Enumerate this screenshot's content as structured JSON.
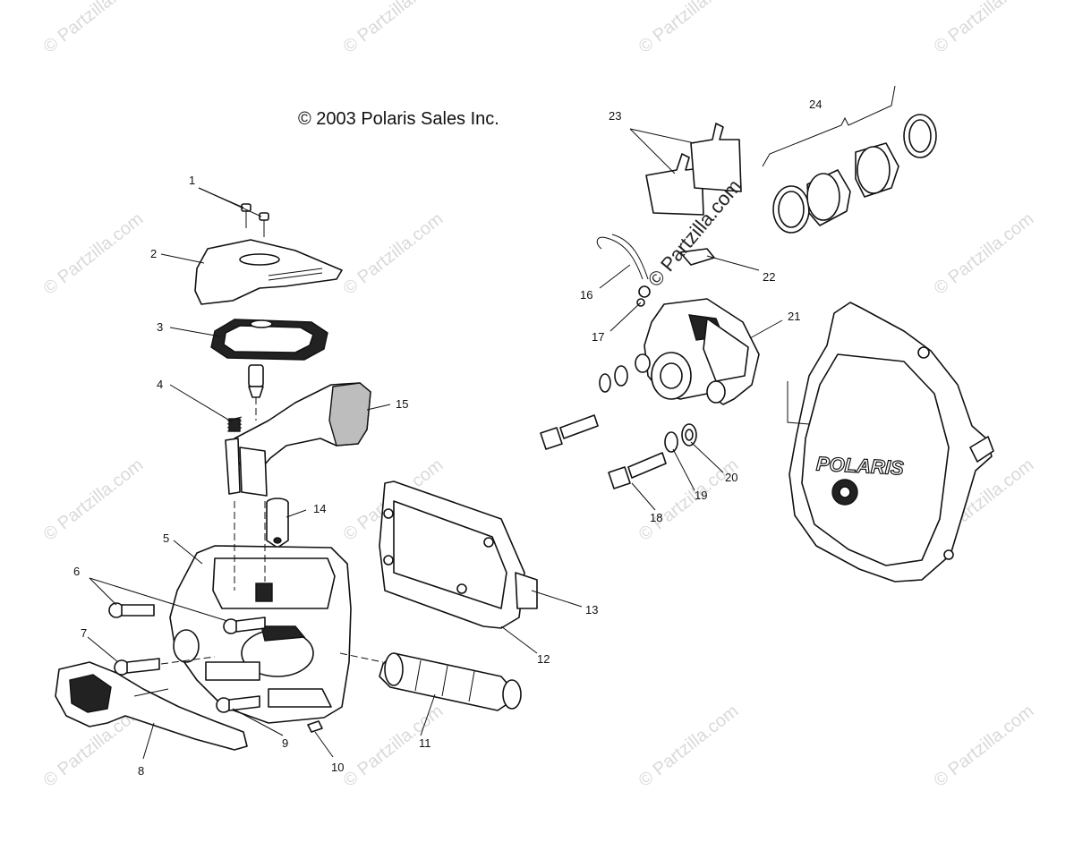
{
  "diagram": {
    "copyright": "© 2003 Polaris Sales Inc.",
    "watermark": "© Partzilla.com",
    "overlay_watermark": "© Partzilla.com",
    "cover_logo": "POLARIS",
    "callouts": [
      "1",
      "2",
      "3",
      "4",
      "5",
      "6",
      "7",
      "8",
      "9",
      "10",
      "11",
      "12",
      "13",
      "14",
      "15",
      "16",
      "17",
      "18",
      "19",
      "20",
      "21",
      "22",
      "23",
      "24"
    ]
  }
}
